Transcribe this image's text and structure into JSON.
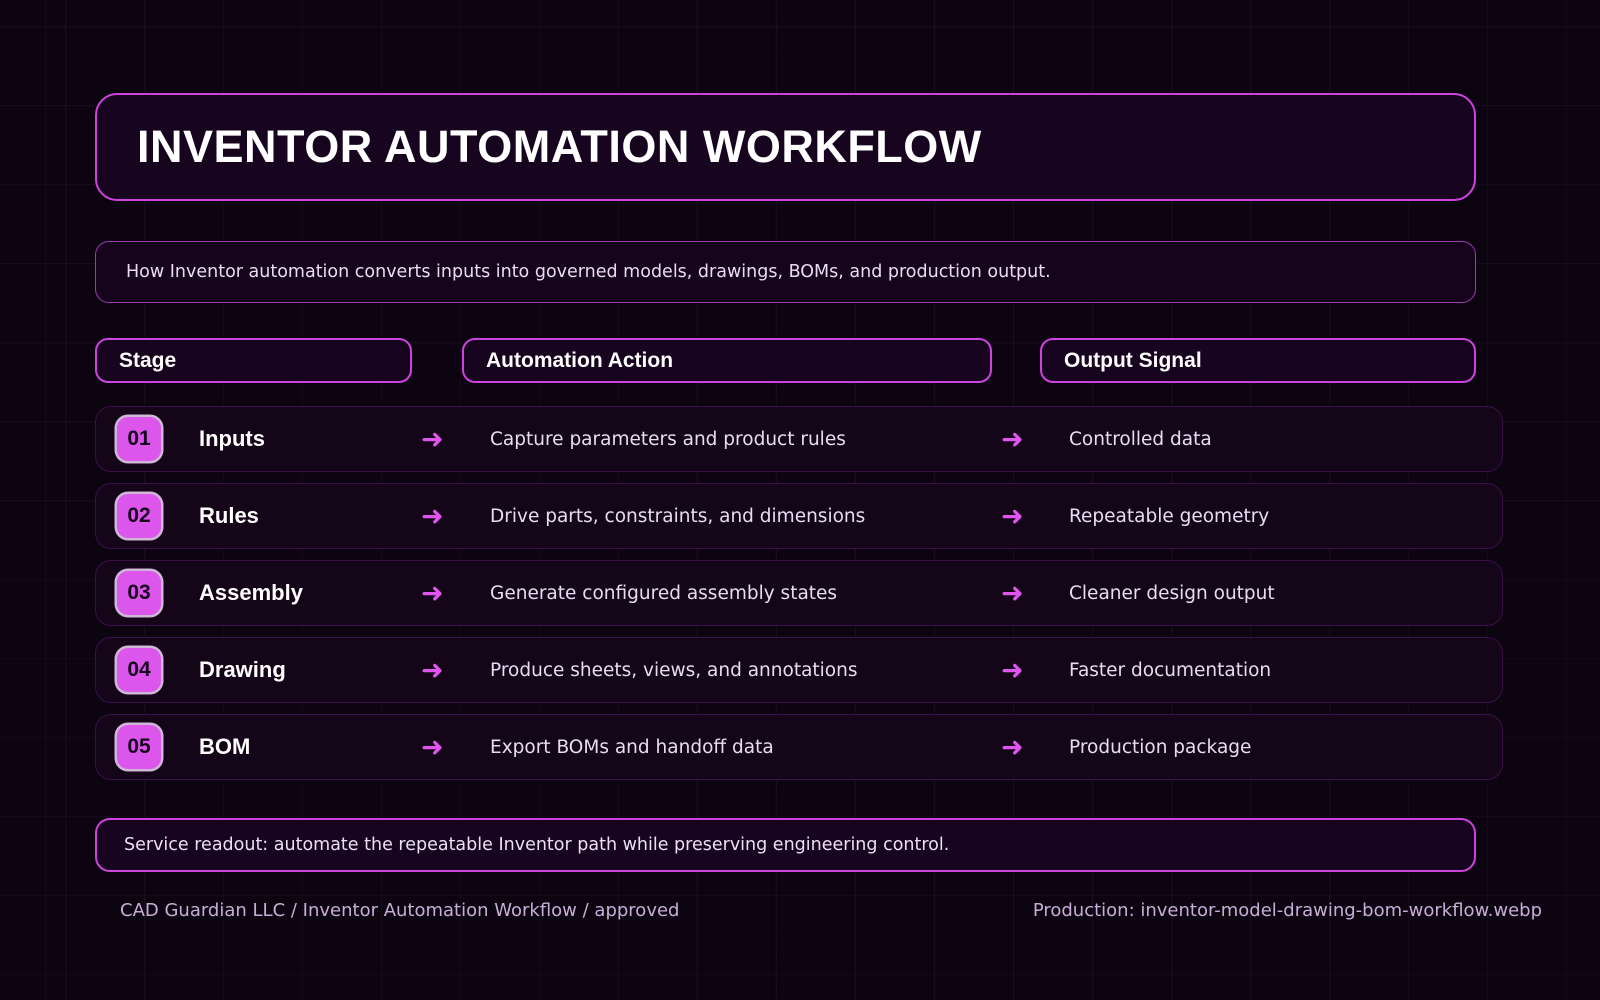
{
  "header": {
    "title": "INVENTOR AUTOMATION WORKFLOW",
    "subtitle": "How Inventor automation converts inputs into governed models, drawings, BOMs, and production output."
  },
  "columns": {
    "stage": "Stage",
    "action": "Automation Action",
    "output": "Output Signal"
  },
  "arrow_glyph": "➜",
  "rows": [
    {
      "number": "01",
      "stage": "Inputs",
      "action": "Capture parameters and product rules",
      "output": "Controlled data"
    },
    {
      "number": "02",
      "stage": "Rules",
      "action": "Drive parts, constraints, and dimensions",
      "output": "Repeatable geometry"
    },
    {
      "number": "03",
      "stage": "Assembly",
      "action": "Generate configured assembly states",
      "output": "Cleaner design output"
    },
    {
      "number": "04",
      "stage": "Drawing",
      "action": "Produce sheets, views, and annotations",
      "output": "Faster documentation"
    },
    {
      "number": "05",
      "stage": "BOM",
      "action": "Export BOMs and handoff data",
      "output": "Production package"
    }
  ],
  "readout": "Service readout: automate the repeatable Inventor path while preserving engineering control.",
  "footer": {
    "left": "CAD Guardian LLC / Inventor Automation Workflow / approved",
    "right": "Production: inventor-model-drawing-bom-workflow.webp"
  },
  "colors": {
    "background": "#0c0410",
    "panel": "#17041e",
    "accent": "#cc44dd",
    "badge": "#dc56ec",
    "text_primary": "#ffffff",
    "text_secondary": "#e9dcf2",
    "text_muted": "#c8aed6",
    "row_border": "#3a0f4a"
  }
}
